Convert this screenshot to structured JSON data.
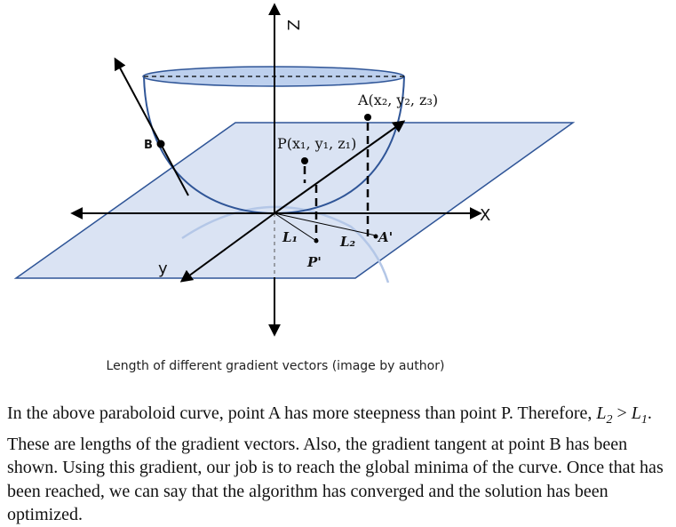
{
  "figure": {
    "axes": {
      "z": "Z",
      "x": "X",
      "y": "y"
    },
    "points": {
      "p": "P(x₁, y₁, z₁)",
      "a": "A(x₂, y₂, z₃)",
      "b": "B",
      "p_prime": "P'",
      "a_prime": "A'",
      "l1": "L₁",
      "l2": "L₂"
    },
    "colors": {
      "plane_fill": "#dae3f3",
      "plane_edge": "#2f5597",
      "bowl_edge": "#2f5597",
      "rim_fill": "#bdd0ee",
      "reflection": "#b4c7e7"
    }
  },
  "caption": "Length of different gradient vectors (image by author)",
  "paragraph": {
    "s1": "In the above paraboloid curve, point A has more steepness than point P. Therefore, ",
    "l2_base": "L",
    "l2_sub": "2",
    "gt": " > ",
    "l1_base": "L",
    "l1_sub": "1",
    "s2": ". These are lengths of the gradient vectors. Also, the gradient tangent at point B has been shown. Using this gradient, our job is to reach the global minima of the curve. Once that has been reached, we can say that the algorithm has converged and the solution has been optimized."
  }
}
